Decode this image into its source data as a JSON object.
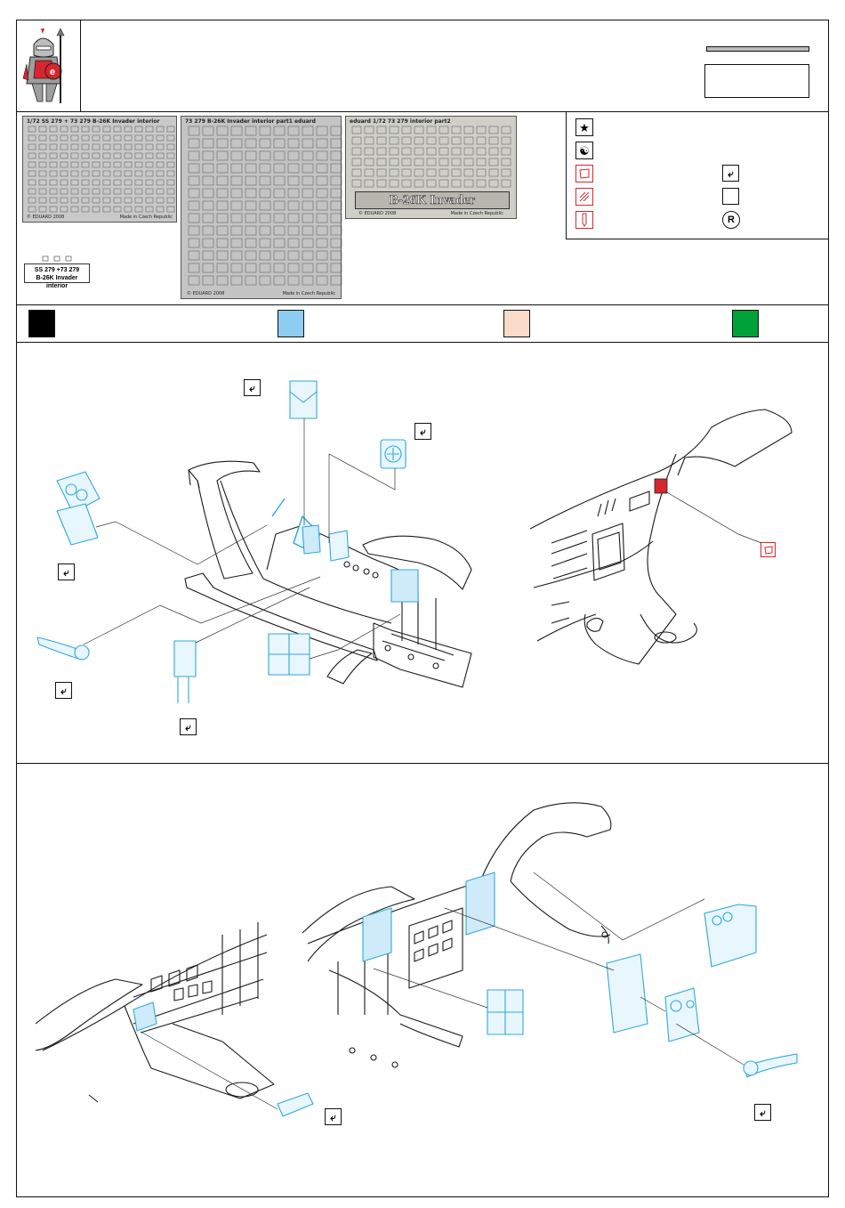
{
  "sheets": [
    {
      "title": "1/72   SS 279 + 73 279   B-26K Invader interior",
      "footer_left": "© EDUARD 2008",
      "footer_right": "Made in Czech Republic"
    },
    {
      "title": "73 279   B-26K Invader interior   part1   eduard",
      "footer_left": "© EDUARD 2008",
      "footer_right": "Made in Czech Republic"
    },
    {
      "title": "eduard   1/72   73 279   interior   part2",
      "banner": "B-26K Invader",
      "footer_left": "© EDUARD 2008",
      "footer_right": "Made in Czech Republic"
    }
  ],
  "small_fret": {
    "line1": "SS 279 +73 279",
    "line2": "B-26K Invader interior"
  },
  "color_swatches": [
    {
      "name": "black",
      "color": "#000000"
    },
    {
      "name": "light-blue",
      "color": "#8ecdf1"
    },
    {
      "name": "pale-peach",
      "color": "#fbdccb"
    },
    {
      "name": "green",
      "color": "#00a03a"
    }
  ],
  "accents": {
    "part_blue": "#3fb5e2",
    "decal_red": "#d6262e"
  },
  "symbols": {
    "fold": "⤶",
    "registered": "R",
    "star": "★",
    "yinyang": "☯"
  }
}
